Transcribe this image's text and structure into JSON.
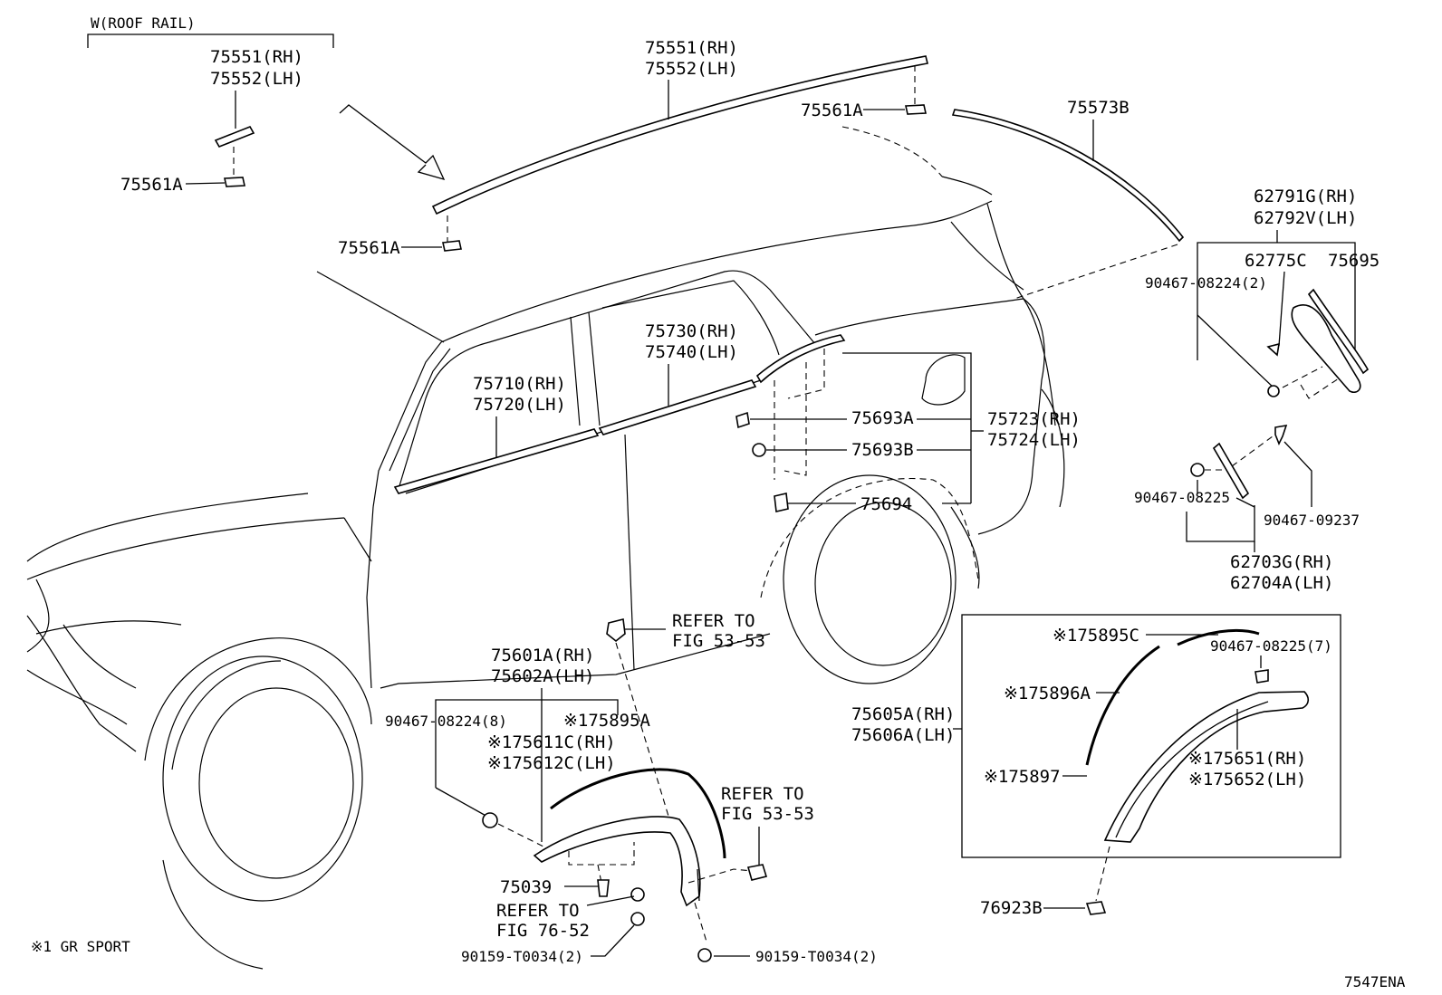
{
  "section_header": "W(ROOF RAIL)",
  "footnote": "※1 GR SPORT",
  "figure_code": "7547ENA",
  "labels": {
    "inset_75551_rh": "75551(RH)",
    "inset_75552_lh": "75552(LH)",
    "inset_75561a": "75561A",
    "rail_75551_rh": "75551(RH)",
    "rail_75552_lh": "75552(LH)",
    "clip_75561a_front": "75561A",
    "clip_75561a_rear": "75561A",
    "p75573b": "75573B",
    "p62791g_rh": "62791G(RH)",
    "p62792v_lh": "62792V(LH)",
    "p62775c": "62775C",
    "p75695": "75695",
    "p90467_08224_2": "90467-08224(2)",
    "p75730_rh": "75730(RH)",
    "p75740_lh": "75740(LH)",
    "p75710_rh": "75710(RH)",
    "p75720_lh": "75720(LH)",
    "p75693a": "75693A",
    "p75693b": "75693B",
    "p75694": "75694",
    "p75723_rh": "75723(RH)",
    "p75724_lh": "75724(LH)",
    "p90467_08225_a": "90467-08225",
    "p90467_09237": "90467-09237",
    "p62703g_rh": "62703G(RH)",
    "p62704a_lh": "62704A(LH)",
    "refer_1a": "REFER TO",
    "refer_1b": "FIG 53-53",
    "p75601a_rh": "75601A(RH)",
    "p75602a_lh": "75602A(LH)",
    "p90467_08224_8": "90467-08224(8)",
    "p75895a": "※175895A",
    "p75611c_rh": "※175611C(RH)",
    "p75612c_lh": "※175612C(LH)",
    "refer_2a": "REFER TO",
    "refer_2b": "FIG 53-53",
    "p75039": "75039",
    "refer_3a": "REFER TO",
    "refer_3b": "FIG 76-52",
    "p90159_t0034_left": "90159-T0034(2)",
    "p90159_t0034_right": "90159-T0034(2)",
    "p75895c": "※175895C",
    "p90467_08225_7": "90467-08225(7)",
    "p75896a": "※175896A",
    "p75605a_rh": "75605A(RH)",
    "p75606a_lh": "75606A(LH)",
    "p75897": "※175897",
    "p75651_rh": "※175651(RH)",
    "p75652_lh": "※175652(LH)",
    "p76923b": "76923B"
  }
}
